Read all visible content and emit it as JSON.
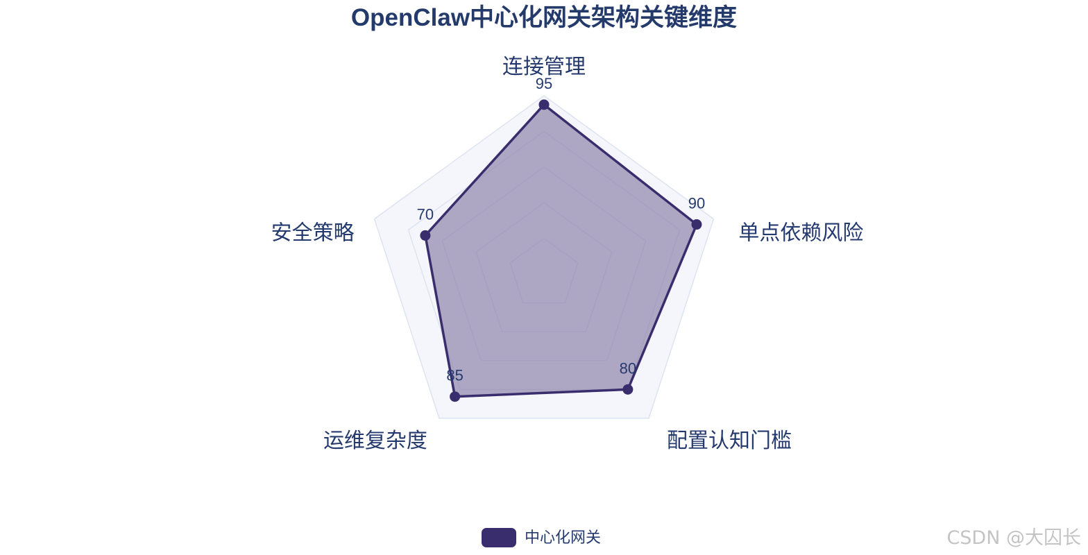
{
  "chart_data": {
    "type": "radar",
    "title": "OpenClaw中心化网关架构关键维度",
    "axes": [
      "连接管理",
      "单点依赖风险",
      "配置认知门槛",
      "运维复杂度",
      "安全策略"
    ],
    "range": [
      0,
      100
    ],
    "grid_levels": [
      20,
      40,
      60,
      80,
      100
    ],
    "series": [
      {
        "name": "中心化网关",
        "values": [
          95,
          90,
          80,
          85,
          70
        ],
        "color": "#3a2d6d",
        "fill": "#8c82a8"
      }
    ],
    "legend_position": "bottom-center",
    "grid_color": "#dde3f0",
    "background_fill": "#f4f6fb"
  },
  "watermark": "CSDN @大囚长"
}
